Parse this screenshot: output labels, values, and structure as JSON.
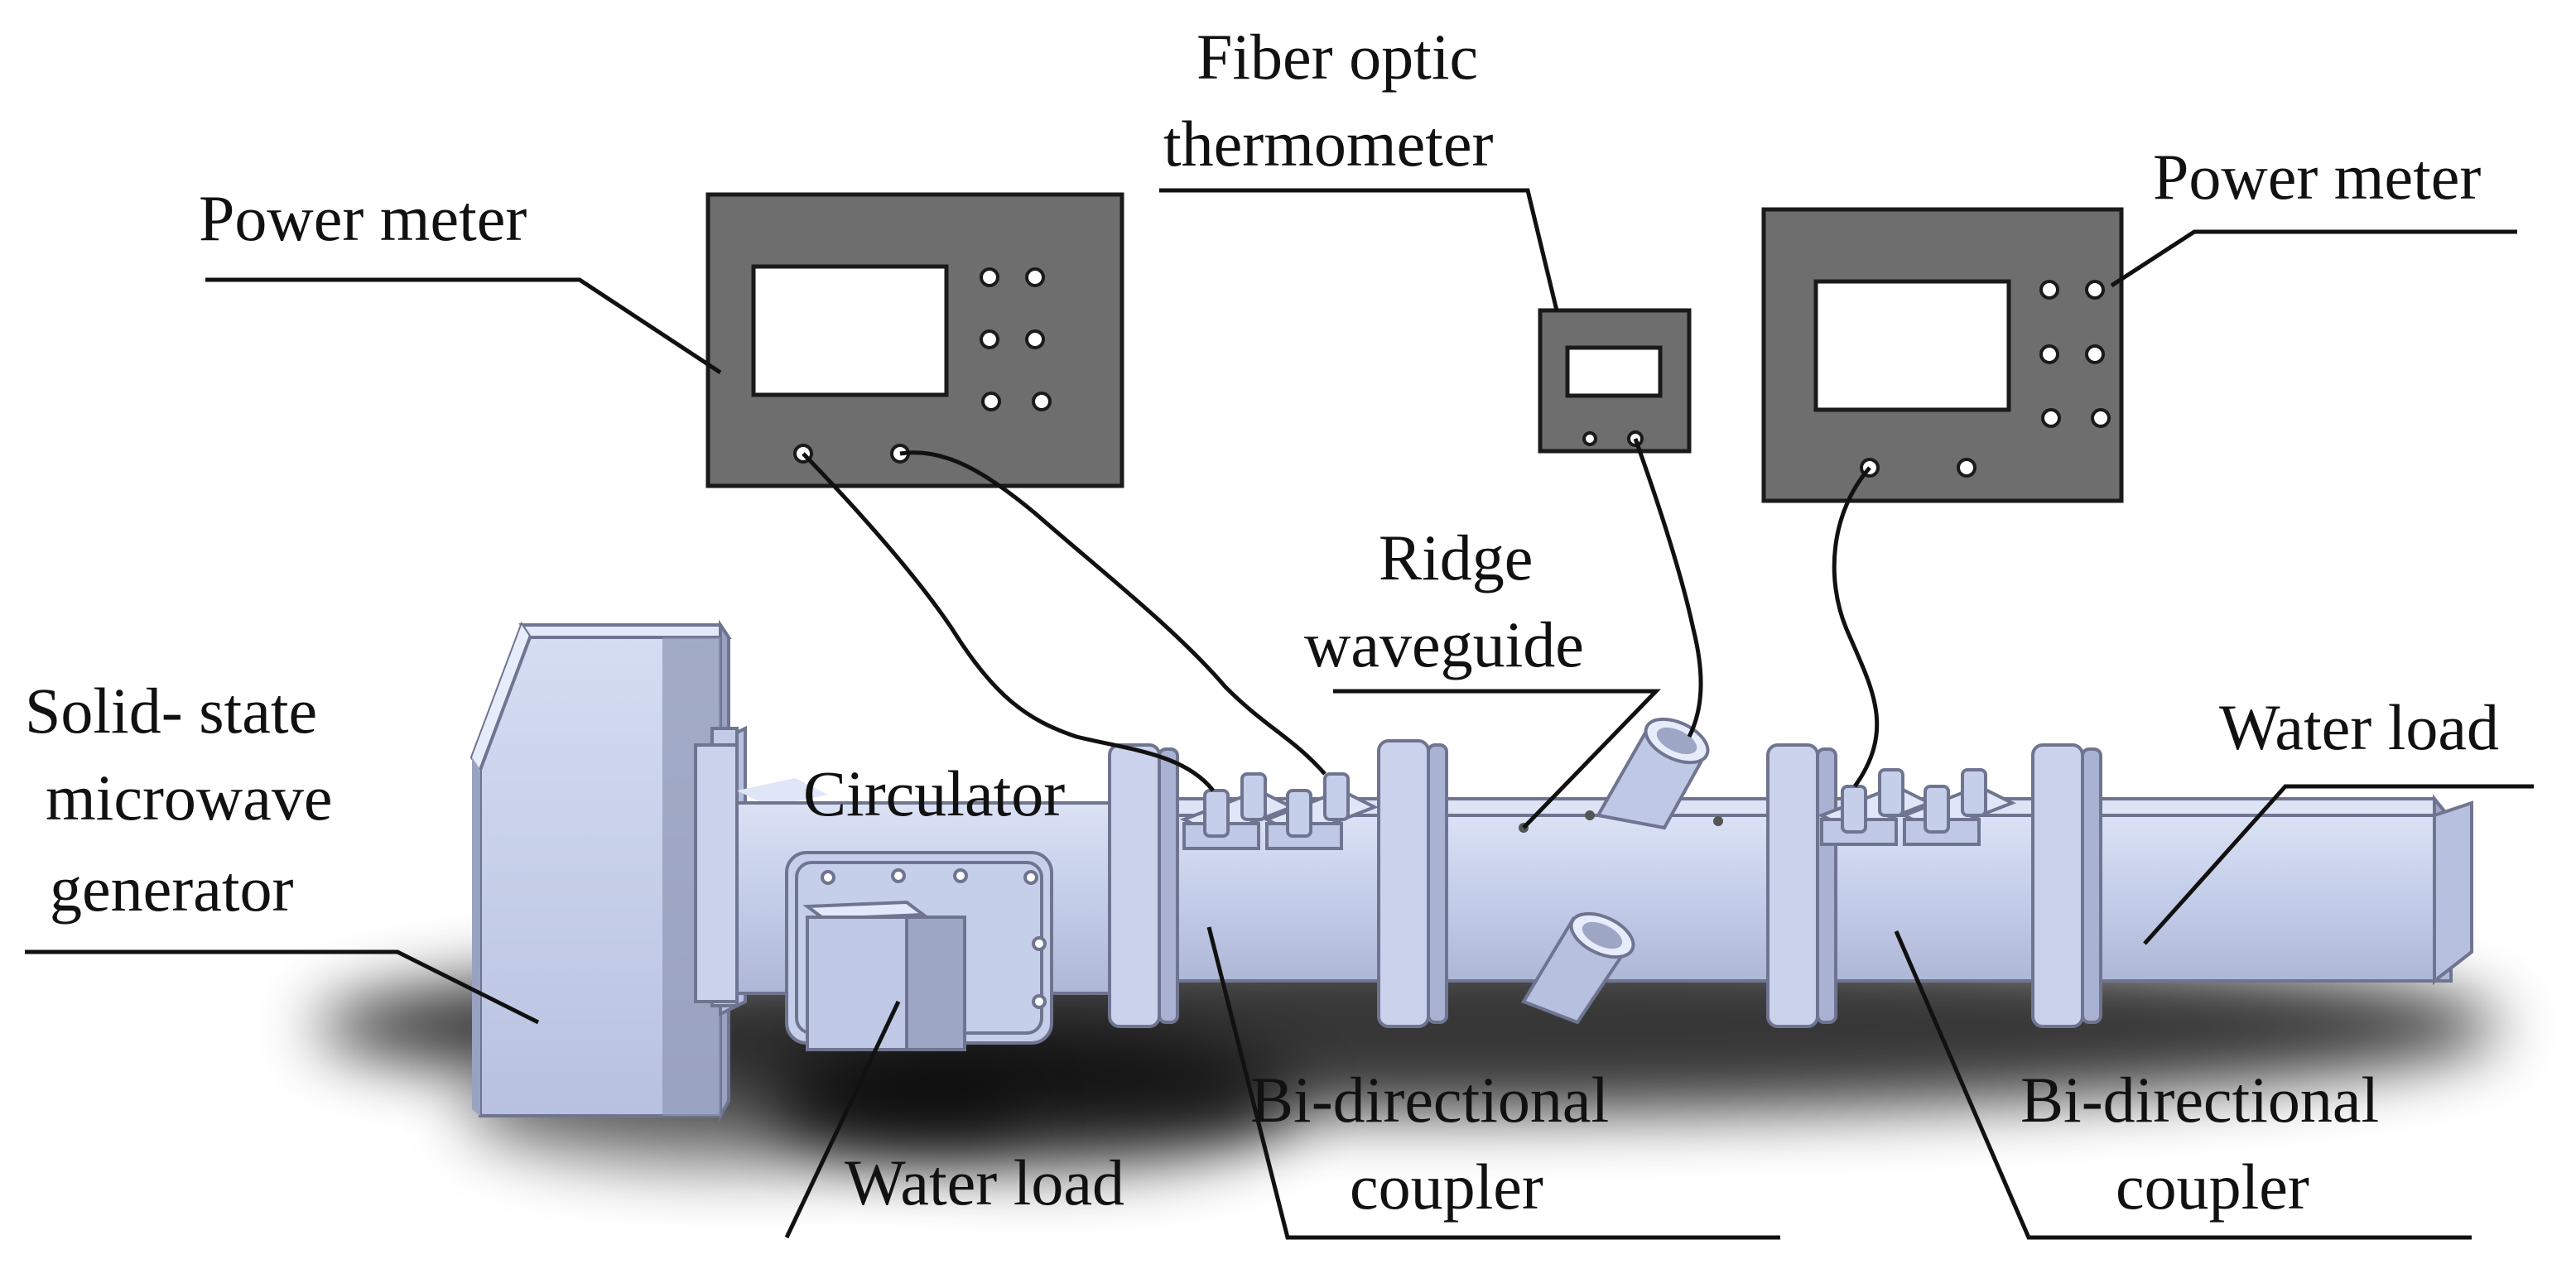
{
  "labels": {
    "power_meter_left": "Power meter",
    "fiber_line1": "Fiber optic",
    "fiber_line2": "thermometer",
    "power_meter_right": "Power meter",
    "ridge_line1": "Ridge",
    "ridge_line2": "waveguide",
    "solid_line1": "Solid- state",
    "solid_line2": "microwave",
    "solid_line3": "generator",
    "circulator": "Circulator",
    "water_load_right": "Water load",
    "water_load_bottom": "Water load",
    "bidir_left_line1": "Bi-directional",
    "bidir_left_line2": "coupler",
    "bidir_right_line1": "Bi-directional",
    "bidir_right_line2": "coupler"
  },
  "colors": {
    "equipment_face": "#c9d2ec",
    "equipment_side": "#8d95b3",
    "equipment_top": "#dfe6f7",
    "meter_body": "#6e6e6e",
    "shadow": "#0a0a0a"
  }
}
